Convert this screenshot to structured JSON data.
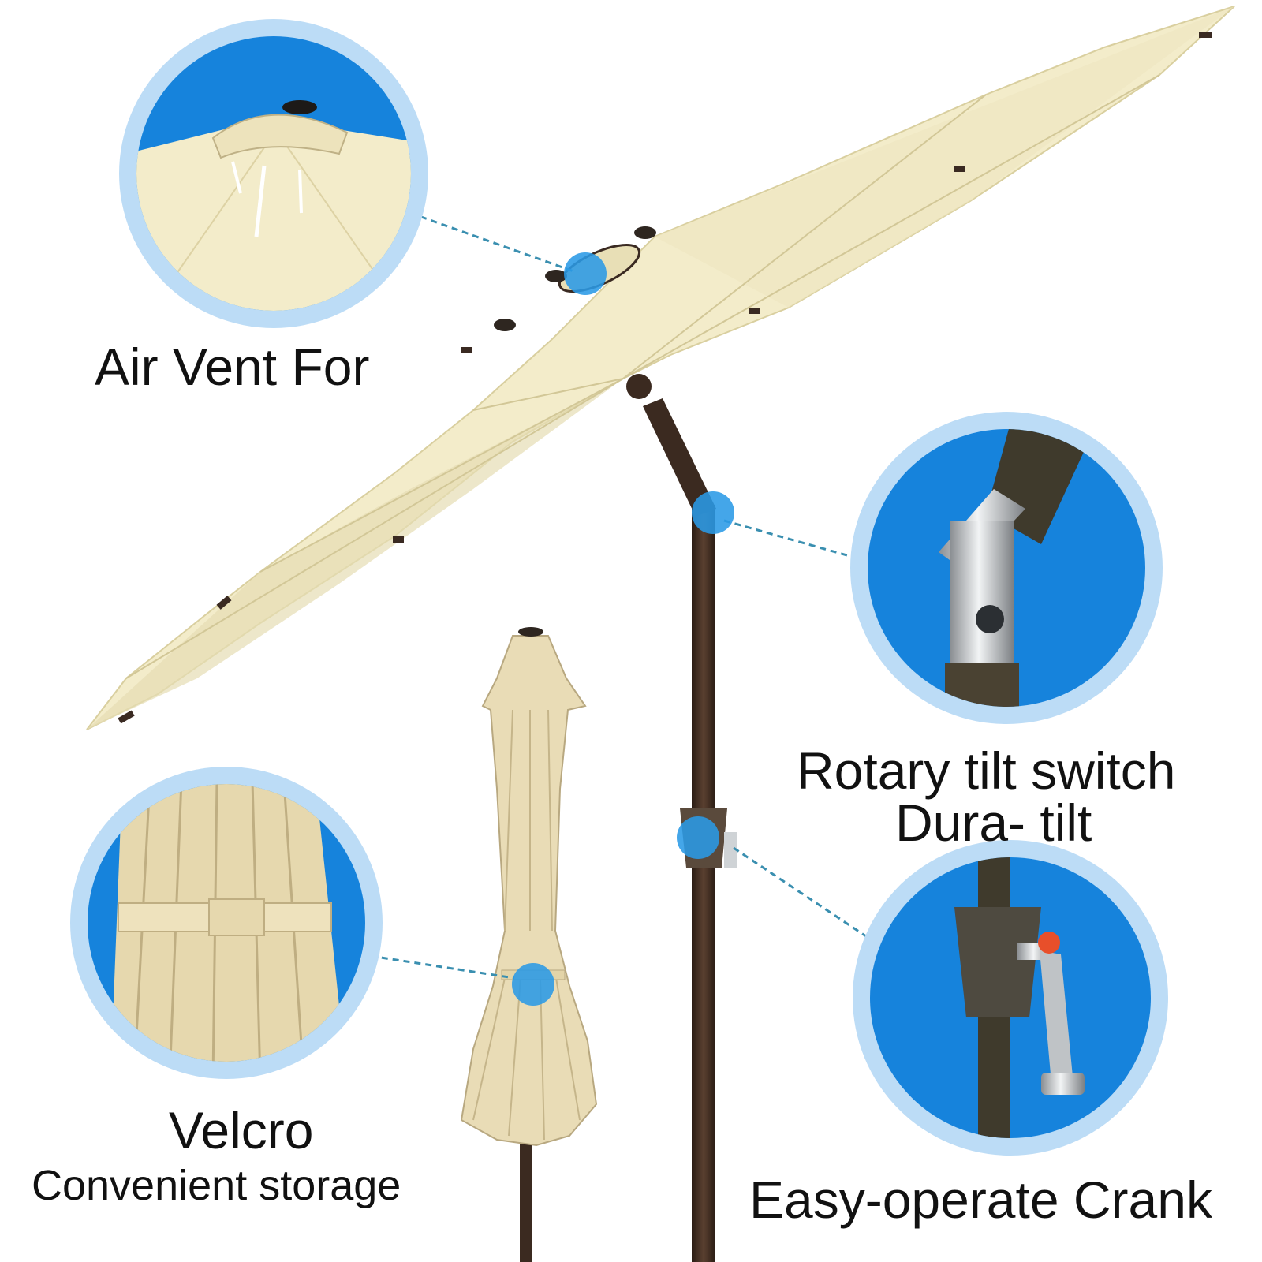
{
  "callouts": {
    "air_vent": {
      "title": "Air Vent For"
    },
    "rotary_tilt": {
      "line1": "Rotary tilt switch",
      "line2": "Dura- tilt"
    },
    "velcro": {
      "title": "Velcro",
      "subtitle": "Convenient storage"
    },
    "crank": {
      "title": "Easy-operate Crank"
    }
  },
  "colors": {
    "canopy": "#f3ecca",
    "canopy_shade": "#e4dab0",
    "pole": "#3b2a20",
    "callout_fill": "#1683dc",
    "callout_ring": "#bcdcf6",
    "marker": "#2a9ae6",
    "leader_line": "#3a8fb0",
    "steel": "#cfd3d6"
  }
}
